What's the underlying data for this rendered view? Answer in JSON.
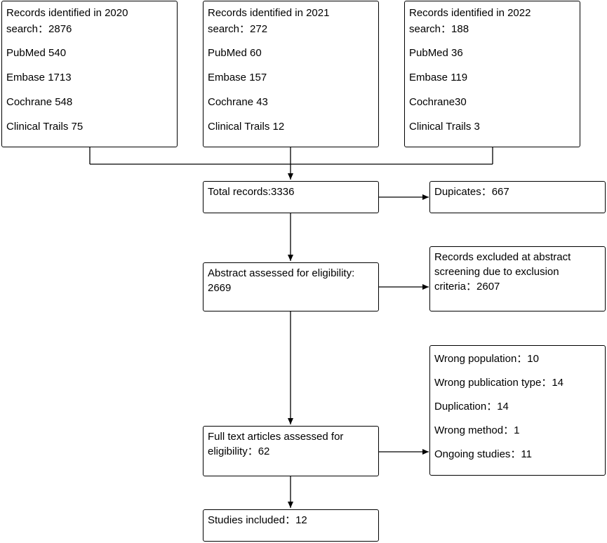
{
  "search_2020": {
    "title": "Records identified in 2020",
    "total": "search：2876",
    "pubmed": "PubMed 540",
    "embase": "Embase 1713",
    "cochrane": "Cochrane 548",
    "clinical": "Clinical Trails 75"
  },
  "search_2021": {
    "title": "Records identified in 2021",
    "total": "search：272",
    "pubmed": "PubMed 60",
    "embase": "Embase 157",
    "cochrane": "Cochrane 43",
    "clinical": "Clinical Trails 12"
  },
  "search_2022": {
    "title": "Records identified in 2022",
    "total": "search：188",
    "pubmed": "PubMed 36",
    "embase": "Embase 119",
    "cochrane": "Cochrane30",
    "clinical": "Clinical Trails 3"
  },
  "total_records": "Total records:3336",
  "duplicates": "Dupicates：667",
  "abstract": {
    "line1": "Abstract assessed for eligibility:",
    "line2": "2669"
  },
  "excluded": {
    "line1": "Records excluded at abstract",
    "line2": "screening due to exclusion",
    "line3": "criteria：2607"
  },
  "fulltext": {
    "line1": "Full text articles assessed for",
    "line2": "eligibility：62"
  },
  "reasons": {
    "population": "Wrong population：10",
    "publication": "Wrong publication type：14",
    "duplication": "Duplication：14",
    "method": "Wrong method：1",
    "ongoing": "Ongoing studies：11"
  },
  "included": "Studies included：12"
}
